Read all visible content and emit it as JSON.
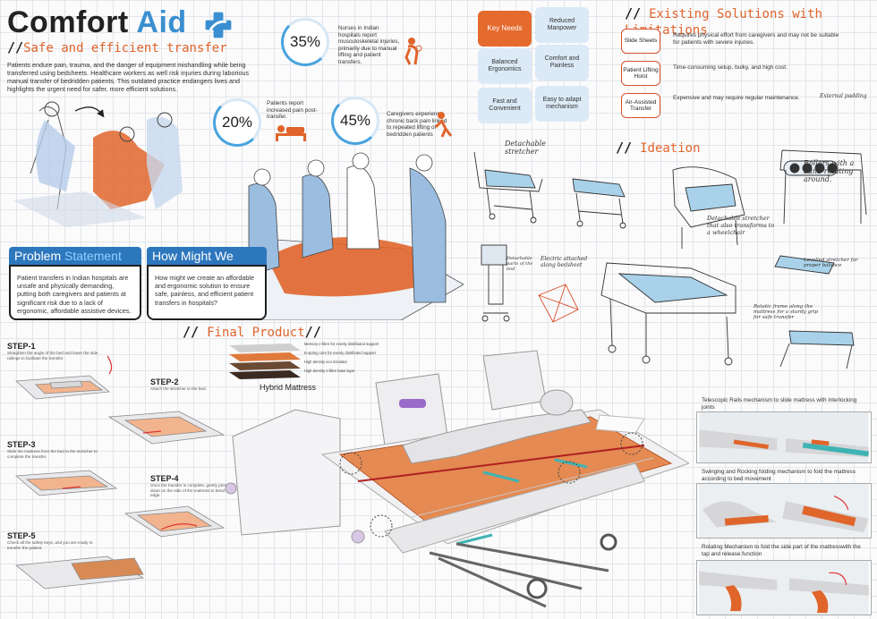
{
  "header": {
    "title_part1": "Comfort",
    "title_part2": "Aid",
    "subtitle": "Safe and efficient transfer",
    "subtitle_prefix": "//",
    "intro": "Patients endure pain, trauma, and the danger of equipment mishandling while being transferred using bedsheets. Healthcare workers as well risk injuries during laborious manual transfer of bedridden patients. This outdated practice endangers lives and highlights the urgent need for safer, more efficient solutions."
  },
  "stats": [
    {
      "value": "35%",
      "text": "Nurses in Indian hospitals report musculoskeletal injuries, primarily due to manual lifting and patient transfers."
    },
    {
      "value": "20%",
      "text": "Patients report increased pain post-transfer."
    },
    {
      "value": "45%",
      "text": "Caregivers experience chronic back pain linked to repeated lifting of bedridden patients"
    }
  ],
  "key_needs": {
    "title": "Key Needs",
    "items": [
      "Reduced Manpower",
      "Balanced Ergonomics",
      "Comfort and Painless",
      "Fast and Convenient",
      "Easy to adapt mechanism"
    ]
  },
  "existing": {
    "prefix": "//",
    "title": "Existing Solutions with Limitations",
    "items": [
      {
        "name": "Slide Sheets",
        "text": "Requires physical effort from caregivers and may not be suitable for patients with severe injuries."
      },
      {
        "name": "Patient Lifting Hoist",
        "text": "Time-consuming setup, bulky, and high cost."
      },
      {
        "name": "Air-Assisted Transfer",
        "text": "Expensive and may require regular maintenance."
      }
    ]
  },
  "ideation": {
    "prefix": "//",
    "title": "Ideation",
    "notes": [
      "Detachable stretcher",
      "Electric attached along bedsheet",
      "Detachable parts of the bed",
      "Detachable stretcher that also transforms to a wheelchair",
      "Rollers with a band rotating around.",
      "External padding",
      "Levelled stretcher for proper balance",
      "Rotatic frame along the mattress for a sturdy grip for safe transfer"
    ]
  },
  "problem": {
    "title_part1": "Problem",
    "title_part2": "Statement",
    "text": "Patient transfers in Indian hospitals are unsafe and physically demanding, putting both caregivers and patients at significant risk due to a lack of ergonomic, affordable assistive devices."
  },
  "hmw": {
    "title": "How Might We",
    "text": "How might we create an affordable and ergonomic solution to ensure safe, painless, and efficient patient transfers in hospitals?"
  },
  "final": {
    "prefix": "//",
    "title": "Final Product",
    "suffix": "//"
  },
  "steps": [
    {
      "label": "STEP-1",
      "text": "Straighten the angle of the bed and lower the side railings to facilitate the transfer."
    },
    {
      "label": "STEP-2",
      "text": "Attach the stretcher to the bed."
    },
    {
      "label": "STEP-3",
      "text": "Slide the mattress from the bed to the stretcher to complete the transfer."
    },
    {
      "label": "STEP-4",
      "text": "Once the transfer is complete, gently press down on the side of the mattress to bend its edge."
    },
    {
      "label": "STEP-5",
      "text": "Check all the safety keys, and you are ready to transfer the patient."
    }
  ],
  "mattress": {
    "title": "Hybrid Mattress",
    "layers": [
      "Memory e-fibre for evenly distributed support",
      "E-spring core for evenly distributed support",
      "High density eco insulator",
      "High density e-fibre base layer"
    ],
    "layer_colors": [
      "#cfcfcf",
      "#e07a3c",
      "#6b4a34",
      "#3a2a22"
    ]
  },
  "callouts": [
    {
      "text": "Telescopic Rails mechanism to slide mattress with interlocking joints"
    },
    {
      "text": "Swinging and Rocking folding mechanism to fold the mattress according to bed movement"
    },
    {
      "text": "Rotating Mechanism to fold the side part of the mattresswith the tap and release function"
    }
  ],
  "colors": {
    "accent": "#e0652b",
    "brand_blue": "#2d77bd",
    "light_blue": "#dce9f7",
    "grid": "#e3e5ea"
  }
}
